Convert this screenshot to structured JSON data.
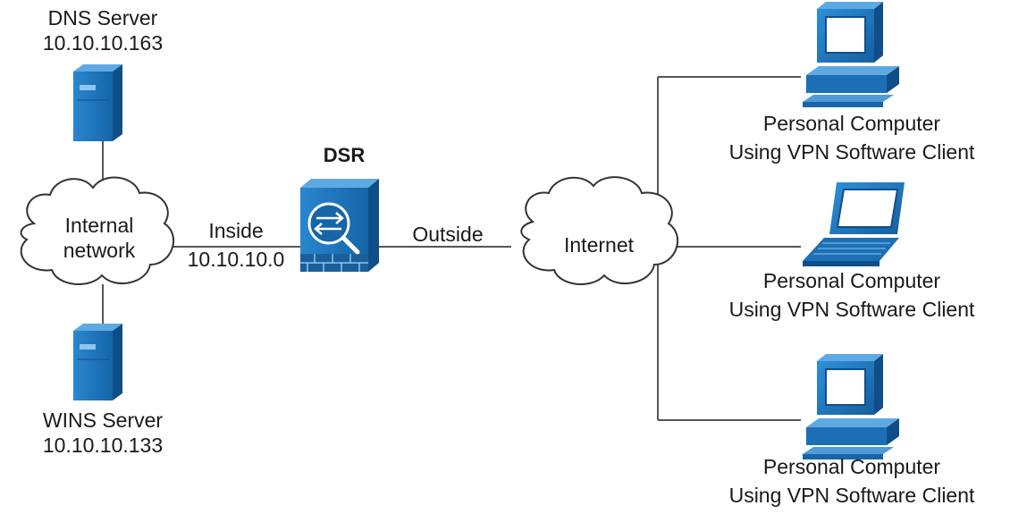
{
  "dns_server": {
    "name": "DNS Server",
    "ip": "10.10.10.163"
  },
  "wins_server": {
    "name": "WINS Server",
    "ip": "10.10.10.133"
  },
  "internal_network": {
    "line1": "Internal",
    "line2": "network"
  },
  "inside_link": {
    "name": "Inside",
    "subnet": "10.10.10.0"
  },
  "dsr": {
    "name": "DSR"
  },
  "outside_link": {
    "name": "Outside"
  },
  "internet": {
    "name": "Internet"
  },
  "clients": [
    {
      "line1": "Personal Computer",
      "line2": "Using VPN Software Client",
      "device": "desktop-computer-icon"
    },
    {
      "line1": "Personal Computer",
      "line2": "Using VPN Software Client",
      "device": "laptop-computer-icon"
    },
    {
      "line1": "Personal Computer",
      "line2": "Using VPN Software Client",
      "device": "desktop-computer-icon"
    }
  ],
  "colors": {
    "device_blue": "#1d6fb5",
    "device_dark": "#0e4f8a",
    "line": "#555555",
    "text": "#1a1a1a"
  }
}
